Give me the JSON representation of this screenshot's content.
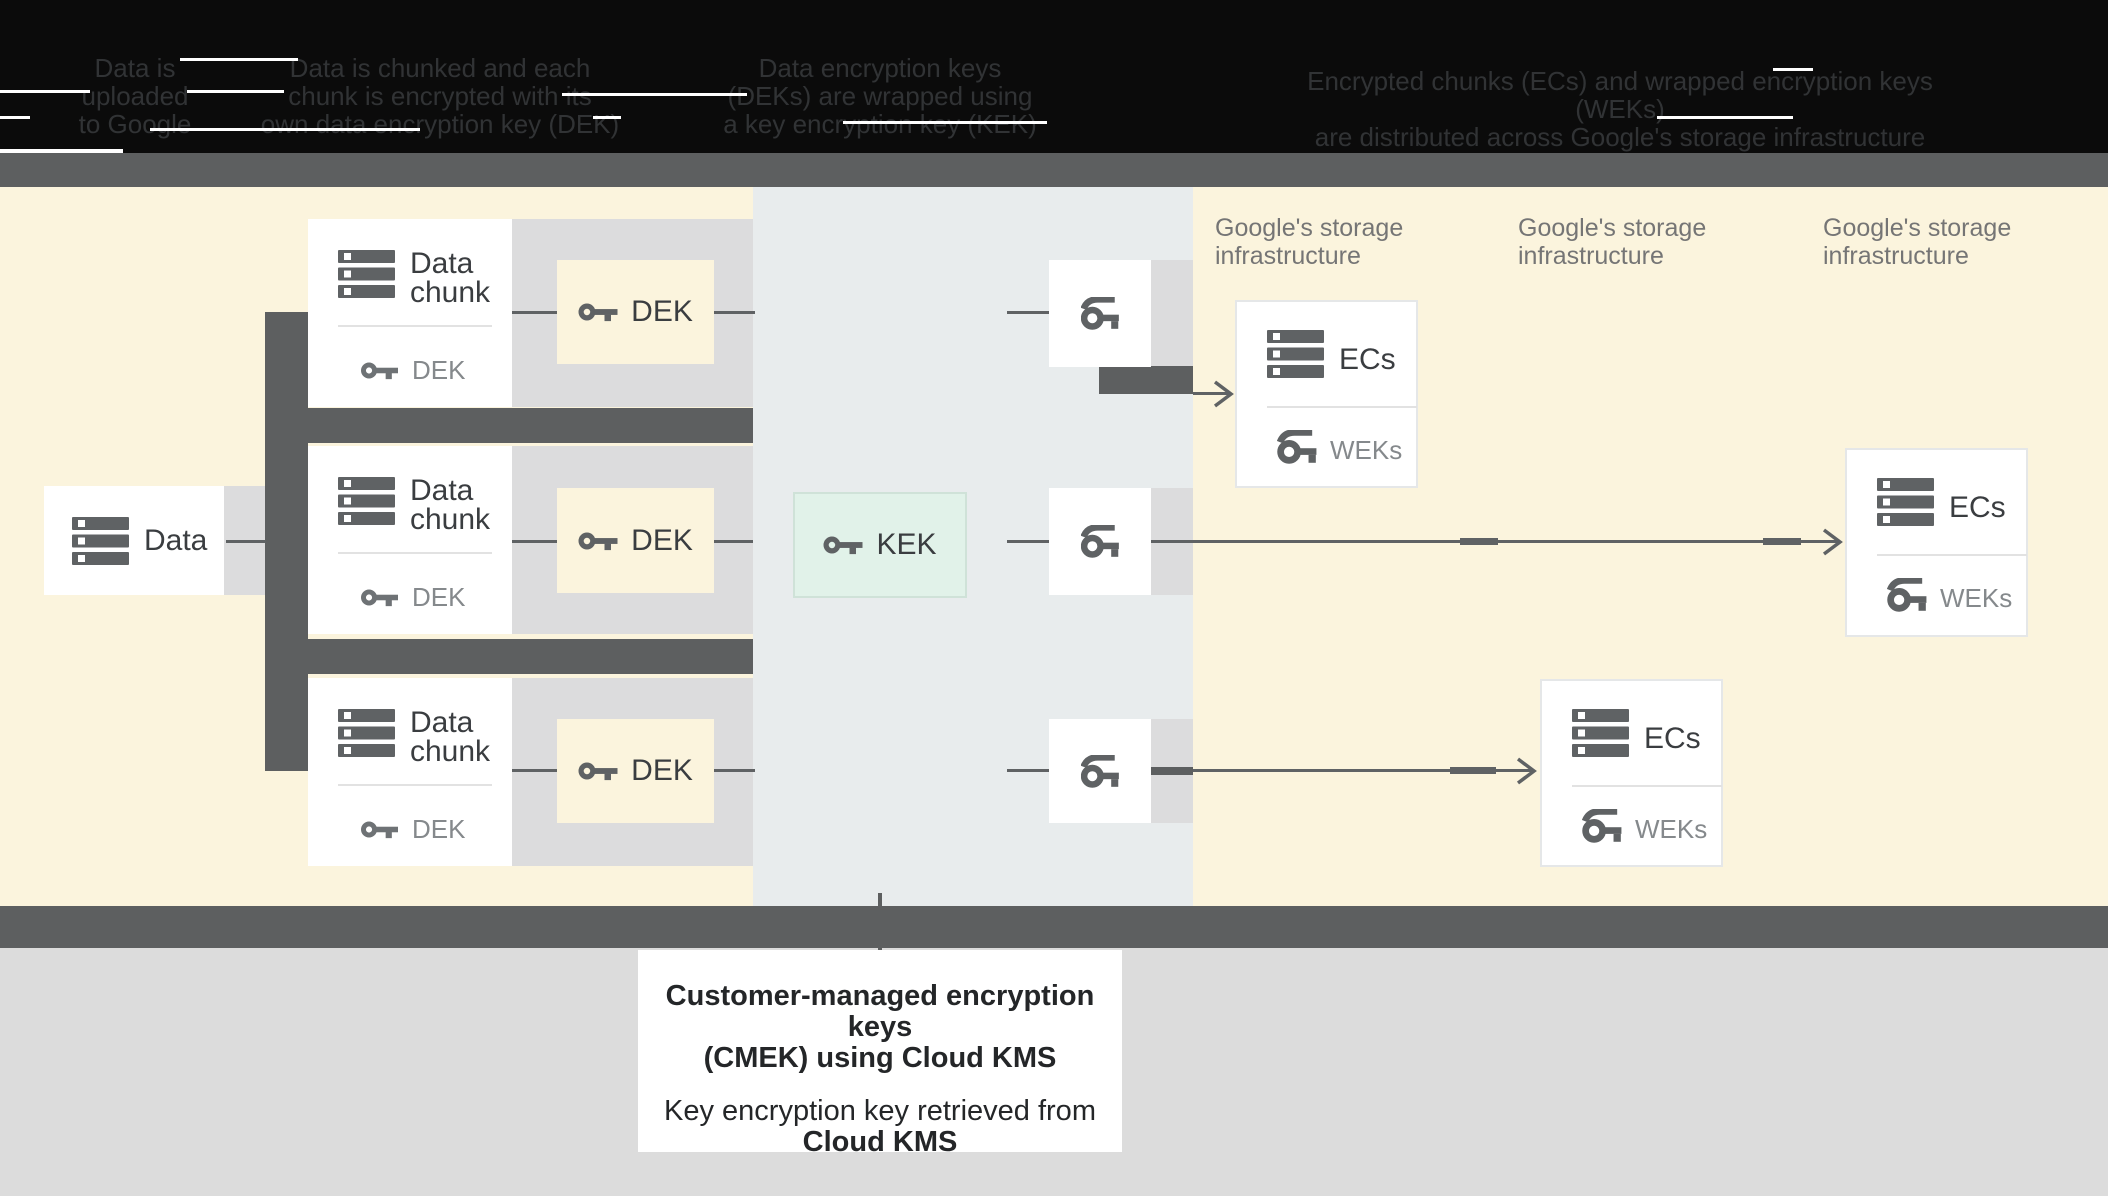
{
  "header": {
    "steps": [
      {
        "lines": [
          "Data is",
          "uploaded",
          "to Google"
        ]
      },
      {
        "lines": [
          "Data is chunked and each",
          "chunk is encrypted with its",
          "own data encryption key (DEK)"
        ]
      },
      {
        "lines": [
          "Data encryption keys",
          "(DEKs) are wrapped using",
          "a key encryption key (KEK)"
        ]
      },
      {
        "lines": [
          "Encrypted chunks (ECs) and wrapped encryption keys (WEKs)",
          "are distributed across Google's storage infrastructure"
        ]
      }
    ]
  },
  "labels": {
    "data": "Data",
    "data_chunk": "Data chunk",
    "dek": "DEK",
    "kek": "KEK",
    "ecs": "ECs",
    "weks": "WEKs",
    "storage": "Google's storage infrastructure"
  },
  "footer": {
    "title_line1": "Customer-managed encryption keys",
    "title_line2": "(CMEK) using Cloud KMS",
    "body_line1": "Key encryption key retrieved from",
    "body_line2": "Cloud KMS"
  },
  "icons": {
    "database": "database-icon",
    "key": "key-icon",
    "wrapped_key": "wrapped-key-icon",
    "arrowhead": "arrowhead-icon"
  },
  "colors": {
    "header_bg": "#0b0b0b",
    "header_text": "#313335",
    "band_dark": "#5d5f60",
    "cream": "#fbf4dd",
    "panel": "#e8eced",
    "strip": "#dcdcdd",
    "connector": "#5d5f60",
    "line": "#5f6264",
    "icon": "#5f6264",
    "kek_bg": "#e1f2e9",
    "kek_border": "#cfe2d8",
    "label_text": "#3a3d40",
    "sub_text": "#85898c",
    "storage_text": "#757575",
    "ecs_border": "#e5e7e8",
    "divider": "#e2e2e2",
    "footer_bg": "#dcdcdc",
    "footer_text": "#242628"
  }
}
